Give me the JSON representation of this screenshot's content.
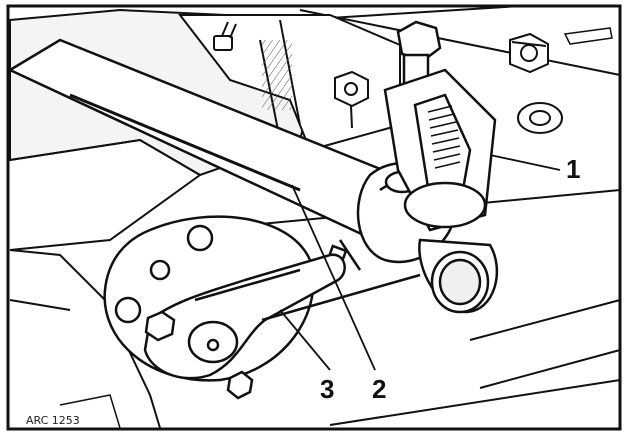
{
  "figure": {
    "reference": "ARC 1253",
    "callouts": [
      {
        "id": "1",
        "label": "1",
        "part": "puller-tool"
      },
      {
        "id": "2",
        "label": "2",
        "part": "steering-arm"
      },
      {
        "id": "3",
        "label": "3",
        "part": "drop-arm-lever"
      }
    ],
    "colors": {
      "ink": "#111111",
      "paper": "#ffffff",
      "shade": "#e6e6e6"
    }
  }
}
